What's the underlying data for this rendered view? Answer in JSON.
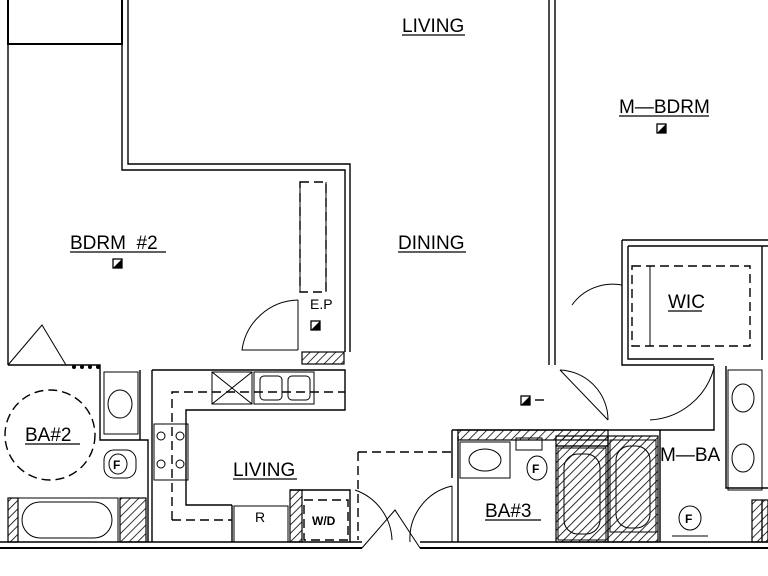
{
  "rooms": {
    "living_top": "LIVING",
    "master_bedroom": "M—BDRM",
    "bedroom_2": "BDRM  #2",
    "dining": "DINING",
    "electrical_panel": "E.P",
    "walk_in_closet": "WIC",
    "bath_2": "BA#2",
    "living_bottom": "LIVING",
    "bath_3": "BA#3",
    "master_bath": "M—BA",
    "refrigerator": "R",
    "washer_dryer": "W/D"
  }
}
